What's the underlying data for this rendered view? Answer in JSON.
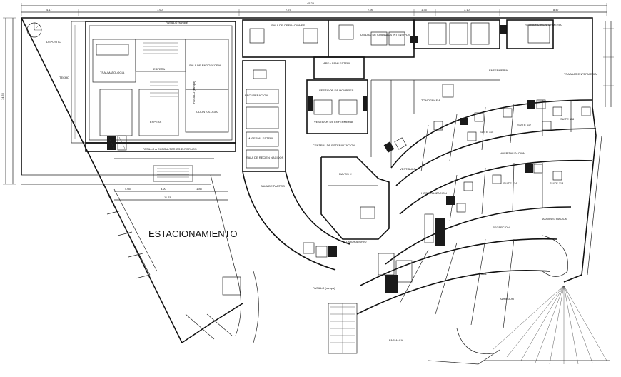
{
  "drawing": {
    "main_label": "ESTACIONAMIENTO",
    "rooms": {
      "deposito": "DEPOSITO",
      "techo": "TECHO",
      "pasillo_rampa_top": "PASILLO (rampa)",
      "sala_operaciones": "SALA DE OPERACIONES",
      "unidad_cuidados": "UNIDAD DE CUIDADOS INTENSIVOS",
      "residencia_enfermeria": "RESIDENCIA ENFERMERIA",
      "enfermeria": "ENFERMERIA",
      "trabajo_enfermeria": "TRABAJO ENFERMERIA",
      "traumatologia": "TRAUMATOLOGIA",
      "sala_endoscopia": "SALA DE ENDOSCOPIA",
      "espera": "ESPERA",
      "odontologia": "ODONTOLOGIA",
      "espera2": "ESPERA",
      "pasillo_consultorios": "PASILLO A CONSULTORIOS EXTERNOS",
      "pasillo_rampa_side": "PASILLO (rampa)",
      "area_semi_esteril": "AREA SEMI ESTERIL",
      "vestidor_hombres": "VESTIDOR DE HOMBRES",
      "vestidor_enfermeria": "VESTIDOR DE ENFERMERIA",
      "recuperacion": "RECUPERACION",
      "tomografia": "TOMOGRAFIA",
      "central_esterilizacion": "CENTRAL DE ESTERILIZACION",
      "material_esteril": "MATERIAL ESTERIL",
      "sala_de_partos": "SALA DE PARTOS",
      "sala_recien_nacidos": "SALA DE RECIEN NACIDOS",
      "hospitalizacion_top": "HOSPITALIZACION",
      "hospitalizacion_mid": "HOSPITALIZACION",
      "suite_a": "SUITE 115",
      "suite_b": "SUITE 117",
      "suite_c": "SUITE 118",
      "suite_d": "SUITE 114",
      "suite_e": "SUITE 113",
      "administracion": "ADMINISTRACION",
      "recepcion": "RECEPCION",
      "hall": "HALL",
      "pasillo_rampa_bottom": "PASILLO (rampa)",
      "farmacia": "FARMACIA",
      "laboratorio": "LABORATORIO",
      "admision": "ADMISION",
      "rayos_x": "RAYOS X",
      "vestibulo": "VESTIBULO"
    },
    "dimensions": {
      "top_total": "45.25",
      "top_a": "4.17",
      "top_b": "1.60",
      "top_c": "7.75",
      "top_d": "7.95",
      "top_e": "1.35",
      "top_f": "3.10",
      "top_g": "8.47",
      "left_total": "14.55",
      "bottom_a": "4.65",
      "bottom_b": "3.20",
      "bottom_c": "1.85",
      "bottom_total": "11.78"
    }
  }
}
